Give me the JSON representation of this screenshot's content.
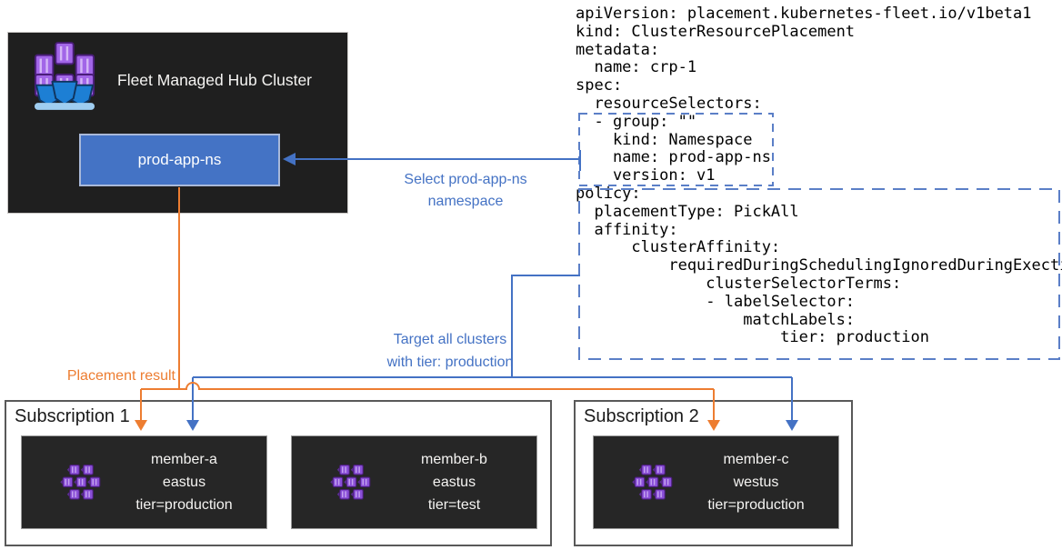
{
  "colors": {
    "accent_blue": "#4472c4",
    "accent_orange": "#ed7d31",
    "dashed_box_blue": "#5b7fc7",
    "hub_background": "#1f1f1f",
    "member_background": "#262626",
    "namespace_fill": "#4473c5"
  },
  "icons": {
    "hub": "fleet-hub-ship-containers-icon",
    "member": "member-cluster-honeycomb-icon"
  },
  "hub": {
    "title": "Fleet Managed Hub Cluster",
    "namespace_label": "prod-app-ns"
  },
  "yaml": {
    "text": "apiVersion: placement.kubernetes-fleet.io/v1beta1\nkind: ClusterResourcePlacement\nmetadata:\n  name: crp-1\nspec:\n  resourceSelectors:\n  - group: \"\"\n    kind: Namespace\n    name: prod-app-ns\n    version: v1\npolicy:\n  placementType: PickAll\n  affinity:\n      clusterAffinity:\n          requiredDuringSchedulingIgnoredDuringExection:\n              clusterSelectorTerms:\n              - labelSelector:\n                  matchLabels:\n                      tier: production"
  },
  "annotations": {
    "select_namespace": "Select prod-app-ns\nnamespace",
    "target_clusters": "Target all clusters\nwith tier: production",
    "placement_result": "Placement result"
  },
  "subscriptions": [
    {
      "label": "Subscription 1",
      "members": [
        {
          "name": "member-a",
          "region": "eastus",
          "tier": "tier=production"
        },
        {
          "name": "member-b",
          "region": "eastus",
          "tier": "tier=test"
        }
      ]
    },
    {
      "label": "Subscription 2",
      "members": [
        {
          "name": "member-c",
          "region": "westus",
          "tier": "tier=production"
        }
      ]
    }
  ]
}
